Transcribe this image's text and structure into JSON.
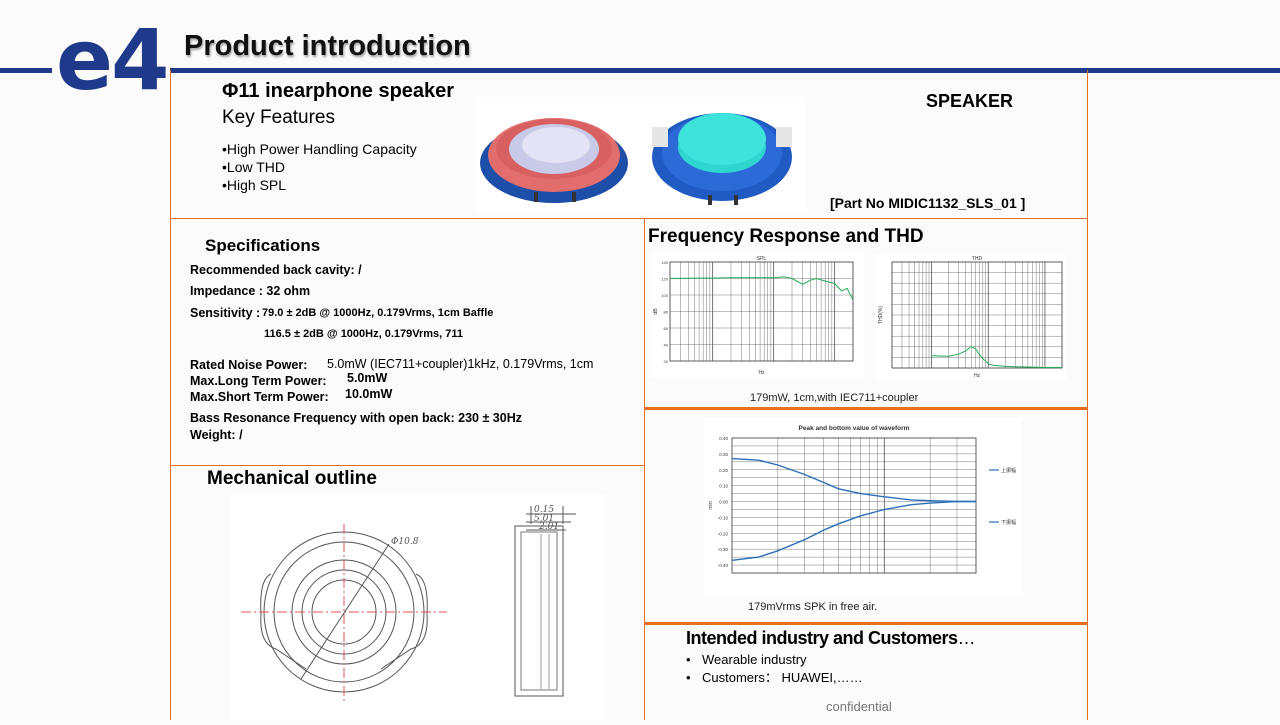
{
  "header": {
    "logo": "e4",
    "title": "Product introduction"
  },
  "product": {
    "name": "Φ11 inearphone speaker",
    "key_features_heading": "Key Features",
    "features": [
      "•High Power Handling Capacity",
      "•Low THD",
      "•High SPL"
    ],
    "category": "SPEAKER",
    "part_no": "[Part No MIDIC1132_SLS_01 ]"
  },
  "specs": {
    "heading": "Specifications",
    "back_cavity": "Recommended back cavity: /",
    "impedance": "Impedance : 32 ohm",
    "sensitivity_label": "Sensitivity :",
    "sensitivity_1": "79.0 ± 2dB @ 1000Hz, 0.179Vrms, 1cm Baffle",
    "sensitivity_2": "116.5 ± 2dB @ 1000Hz, 0.179Vrms, 711",
    "rated_noise_label": "Rated Noise Power:",
    "rated_noise_value": "5.0mW (IEC711+coupler)1kHz,  0.179Vrms, 1cm",
    "max_long_label": "Max.Long Term Power:",
    "max_long_value": "5.0mW",
    "max_short_label": "Max.Short Term Power:",
    "max_short_value": "10.0mW",
    "bass_resonance": "Bass  Resonance Frequency with open back: 230 ± 30Hz",
    "weight": "Weight: /"
  },
  "mechanical": {
    "heading": "Mechanical outline",
    "dim_diameter": "Φ10.8",
    "dim_a": "0.15",
    "dim_b": "5.01",
    "dim_c": "2.01"
  },
  "frequency": {
    "heading": "Frequency Response and THD",
    "caption": "179mW, 1cm,with IEC711+coupler",
    "spl_title": "SPL",
    "thd_title": "THD",
    "spl_xlabel": "Hz",
    "spl_ylabel": "dB",
    "thd_xlabel": "Hz",
    "thd_ylabel": "THD(%)"
  },
  "waveform": {
    "title": "Peak and bottom value of waveform",
    "caption": "179mVrms SPK in free air.",
    "legend_top": "上振幅",
    "legend_bottom": "下振幅",
    "ylabel": "mm"
  },
  "industry": {
    "heading": "Intended industry and Customers",
    "heading_ellipsis": "…",
    "items": [
      "Wearable industry",
      "Customers：  HUAWEI,……"
    ]
  },
  "footer": {
    "confidential": "confidential"
  },
  "chart_data": [
    {
      "type": "line",
      "title": "SPL",
      "xlabel": "Hz",
      "ylabel": "dB",
      "xscale": "log",
      "xlim": [
        20,
        20000
      ],
      "ylim": [
        20,
        140
      ],
      "yticks": [
        20,
        40,
        60,
        80,
        100,
        120,
        140
      ],
      "series": [
        {
          "x": [
            20,
            50,
            100,
            200,
            500,
            1000,
            1500,
            2000,
            3000,
            4000,
            5000,
            7000,
            10000,
            13000,
            16000,
            20000
          ],
          "values": [
            120,
            120.5,
            120.5,
            121,
            121,
            121,
            122,
            120,
            113,
            118,
            120,
            117,
            114,
            105,
            108,
            94
          ]
        }
      ]
    },
    {
      "type": "line",
      "title": "THD",
      "xlabel": "Hz",
      "ylabel": "THD(%)",
      "xscale": "log",
      "xlim": [
        20,
        20000
      ],
      "ylim": [
        0,
        20
      ],
      "series": [
        {
          "x": [
            100,
            200,
            300,
            400,
            500,
            600,
            700,
            800,
            1000,
            1200,
            2000,
            4000,
            10000,
            20000
          ],
          "values": [
            2.3,
            2.2,
            2.6,
            3.2,
            4.1,
            3.6,
            2.5,
            1.8,
            0.8,
            0.5,
            0.3,
            0.2,
            0.1,
            0.1
          ]
        }
      ]
    },
    {
      "type": "line",
      "title": "Peak and bottom value of waveform",
      "ylabel": "mm",
      "xscale": "log",
      "xlim": [
        100,
        4000
      ],
      "ylim": [
        -0.45,
        0.4
      ],
      "yticks": [
        -0.45,
        -0.35,
        -0.25,
        -0.15,
        -0.05,
        0.05,
        0.15,
        0.25,
        0.35,
        -0.4,
        -0.3,
        -0.2,
        -0.1,
        0.0,
        0.1,
        0.2,
        0.3,
        0.4
      ],
      "series": [
        {
          "name": "上振幅",
          "x": [
            100,
            150,
            200,
            300,
            400,
            500,
            700,
            1000,
            1500,
            2000,
            3000,
            4000
          ],
          "values": [
            0.27,
            0.26,
            0.23,
            0.17,
            0.12,
            0.08,
            0.05,
            0.03,
            0.01,
            0.005,
            0.0,
            0.0
          ]
        },
        {
          "name": "下振幅",
          "x": [
            100,
            150,
            200,
            300,
            400,
            500,
            700,
            1000,
            1500,
            2000,
            3000,
            4000
          ],
          "values": [
            -0.37,
            -0.35,
            -0.31,
            -0.24,
            -0.18,
            -0.14,
            -0.09,
            -0.05,
            -0.02,
            -0.01,
            0.0,
            0.0
          ]
        }
      ]
    }
  ]
}
